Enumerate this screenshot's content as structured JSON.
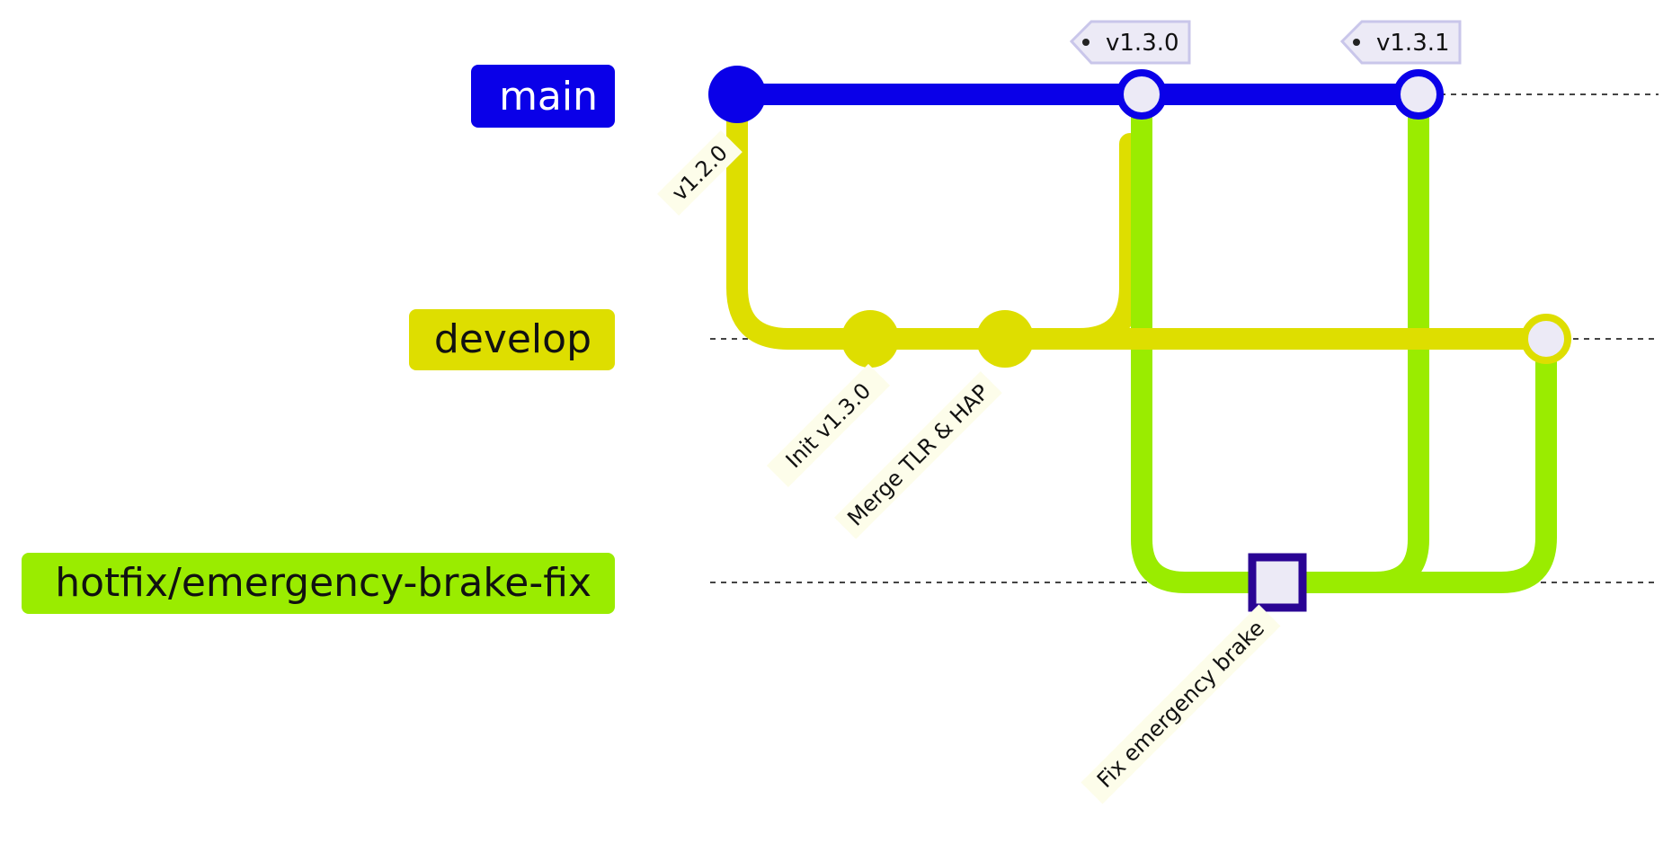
{
  "colors": {
    "main": "#0a00e8",
    "develop": "#dede00",
    "hotfix": "#9aec00",
    "highlight_fill": "#eceaf6",
    "highlight_stroke": "#2a0494",
    "tag_fill": "#eceaf6",
    "tag_stroke": "#c9c6ea",
    "label_bg": "#fdfdea"
  },
  "branches": [
    {
      "id": "main",
      "name": "main",
      "text_color": "#ffffff"
    },
    {
      "id": "develop",
      "name": "develop",
      "text_color": "#111111"
    },
    {
      "id": "hotfix",
      "name": "hotfix/emergency-brake-fix",
      "text_color": "#111111"
    }
  ],
  "tags": [
    {
      "id": "t130",
      "label": "v1.3.0"
    },
    {
      "id": "t131",
      "label": "v1.3.1"
    }
  ],
  "commit_labels": [
    {
      "id": "c120",
      "text": "v1.2.0"
    },
    {
      "id": "c_init",
      "text": "Init v1.3.0"
    },
    {
      "id": "c_merge",
      "text": "Merge TLR & HAP"
    },
    {
      "id": "c_fix",
      "text": "Fix emergency brake"
    }
  ]
}
